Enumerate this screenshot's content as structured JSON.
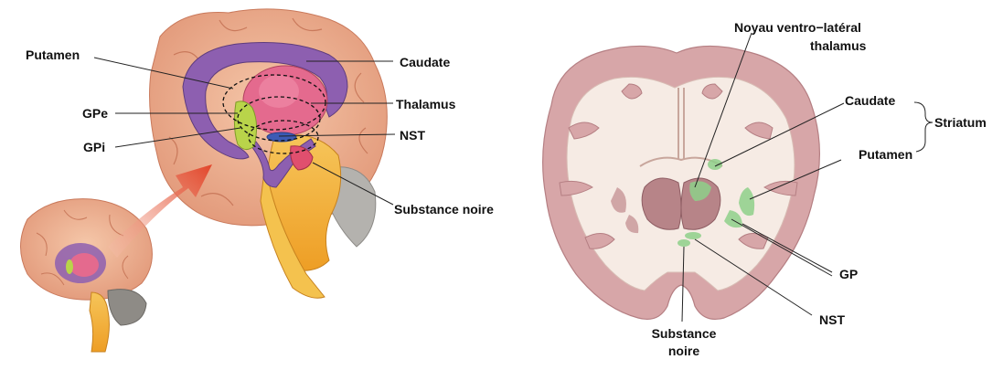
{
  "left_panel": {
    "labels": {
      "putamen": "Putamen",
      "gpe": "GPe",
      "gpi": "GPi",
      "caudate": "Caudate",
      "thalamus": "Thalamus",
      "nst": "NST",
      "substance_noire": "Substance noire"
    }
  },
  "right_panel": {
    "labels": {
      "vl_line1": "Noyau ventro−latéral",
      "vl_line2": "thalamus",
      "caudate": "Caudate",
      "striatum": "Striatum",
      "putamen": "Putamen",
      "gp": "GP",
      "nst": "NST",
      "sn_line1": "Substance",
      "sn_line2": "noire"
    }
  },
  "colors": {
    "cortex": "#e8a07e",
    "striatum": "#8d5fb0",
    "thalamus": "#e46a8e",
    "pallidum": "#b9d44a",
    "brainstem": "#f1b53a",
    "arrow": "#e2573a",
    "section_gray": "#d7a6a8",
    "section_white": "#f6ebe4",
    "highlight_green": "#8fd08a"
  }
}
